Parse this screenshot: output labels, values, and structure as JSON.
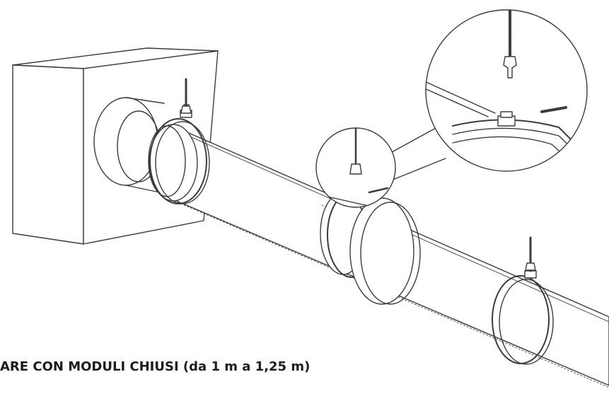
{
  "caption": "ARE CON MODULI CHIUSI (da 1 m a 1,25 m)",
  "colors": {
    "line": "#3c3c3b",
    "fill": "#ffffff",
    "text": "#1d1d1b"
  },
  "parts": {
    "wall_box": "wall-box",
    "duct": "duct-pipe",
    "clamps": [
      "clamp-box-end",
      "clamp-middle-joint",
      "clamp-right"
    ],
    "hangers": [
      "threaded-rod-left",
      "threaded-rod-middle",
      "threaded-rod-right"
    ],
    "details": [
      "detail-circle-small",
      "detail-circle-large"
    ]
  }
}
